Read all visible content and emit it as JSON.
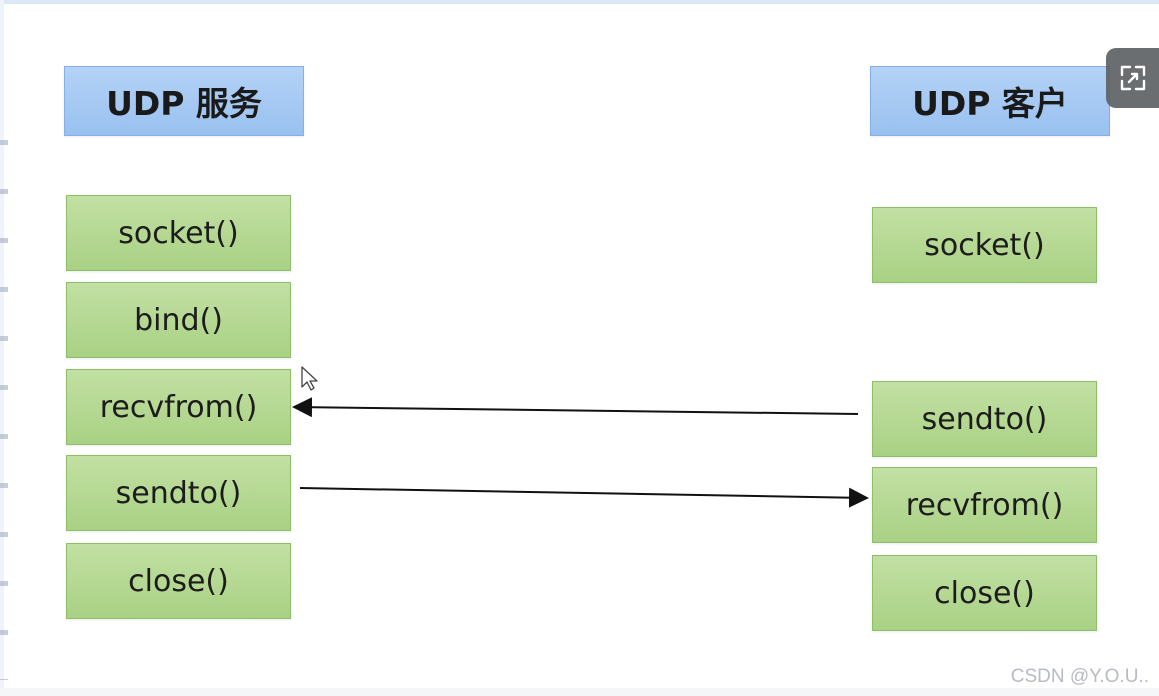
{
  "diagram": {
    "server": {
      "header": "UDP 服务",
      "steps": [
        "socket()",
        "bind()",
        "recvfrom()",
        "sendto()",
        "close()"
      ]
    },
    "client": {
      "header": "UDP 客户",
      "steps": [
        "socket()",
        "sendto()",
        "recvfrom()",
        "close()"
      ]
    }
  },
  "controls": {
    "expand_icon": "expand-icon",
    "cursor_icon": "pointer-cursor-icon"
  },
  "watermark": "CSDN @Y.O.U..",
  "colors": {
    "header_fill": "#a9cbf3",
    "step_fill": "#b6d894",
    "arrow": "#111111"
  }
}
